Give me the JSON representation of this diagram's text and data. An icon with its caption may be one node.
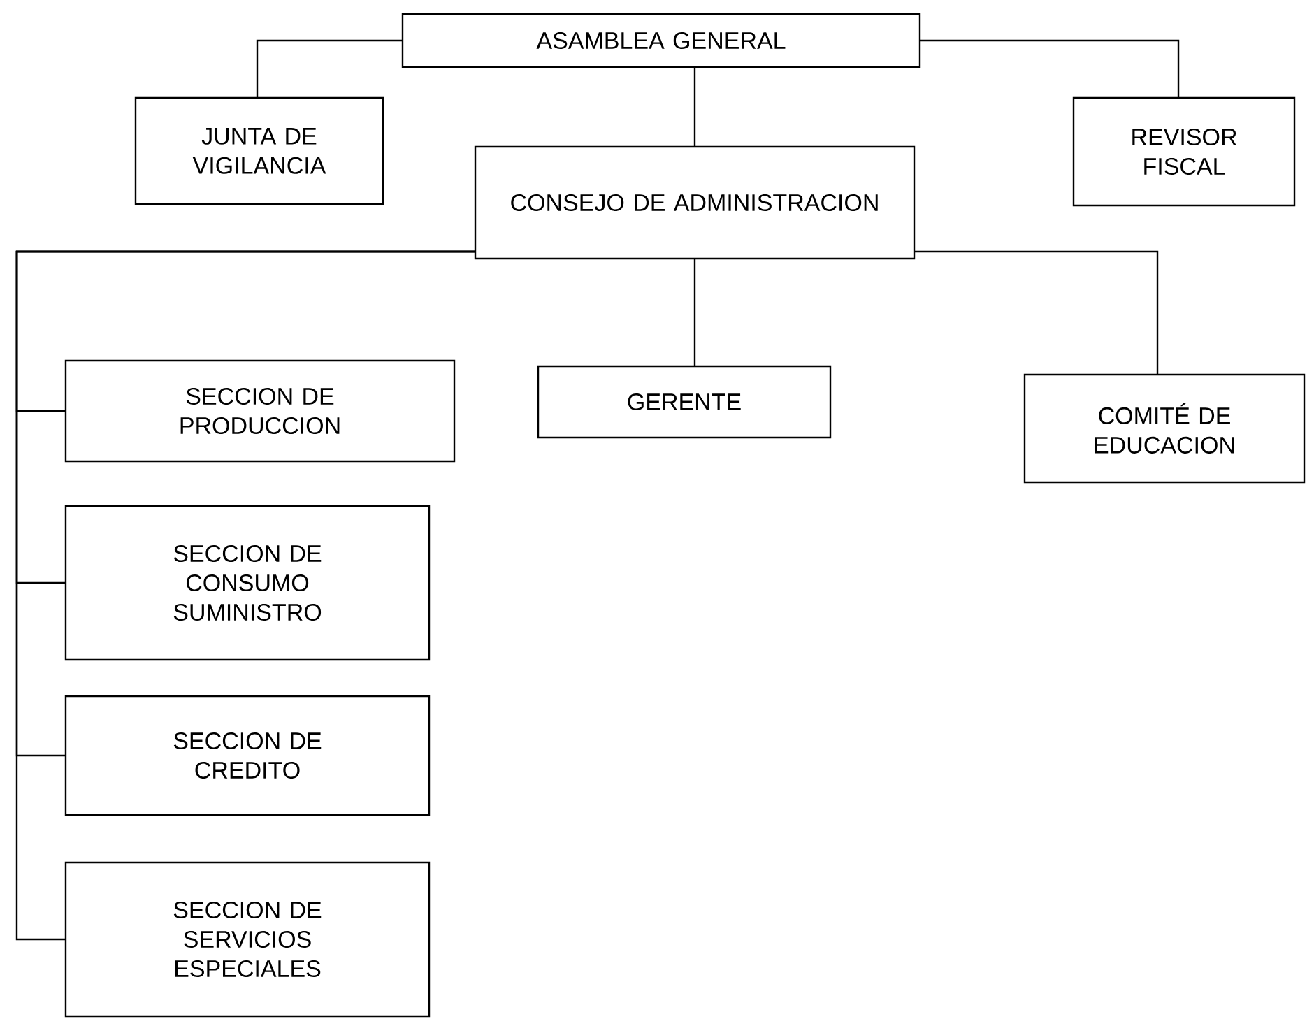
{
  "diagram": {
    "nodes": [
      {
        "text": [
          "ASAMBLEA GENERAL"
        ]
      },
      {
        "text": [
          "JUNTA DE VIGILANCIA"
        ]
      },
      {
        "text": [
          "REVISOR FISCAL"
        ]
      },
      {
        "text": [
          "CONSEJO DE ADMINISTRACION"
        ]
      },
      {
        "text": [
          "SECCION DE PRODUCCION"
        ]
      },
      {
        "text": [
          "GERENTE"
        ]
      },
      {
        "text": [
          "COMITÉ DE EDUCACION"
        ]
      },
      {
        "text": [
          "SECCION DE CONSUMO SUMINISTRO"
        ]
      },
      {
        "text": [
          "SECCION DE CREDITO"
        ]
      },
      {
        "text": [
          "SECCION DE SERVICIOS ESPECIALES"
        ]
      }
    ],
    "edges": [
      {
        "from": 0,
        "to": 1,
        "arrow": "none"
      },
      {
        "from": 0,
        "to": 2,
        "arrow": "none"
      },
      {
        "from": 0,
        "to": 3,
        "arrow": "none"
      },
      {
        "from": 3,
        "to": 4,
        "arrow": "none"
      },
      {
        "from": 3,
        "to": 7,
        "arrow": "none"
      },
      {
        "from": 3,
        "to": 8,
        "arrow": "none"
      },
      {
        "from": 3,
        "to": 9,
        "arrow": "none"
      },
      {
        "from": 3,
        "to": 5,
        "arrow": "none"
      },
      {
        "from": 3,
        "to": 6,
        "arrow": "none"
      }
    ]
  }
}
